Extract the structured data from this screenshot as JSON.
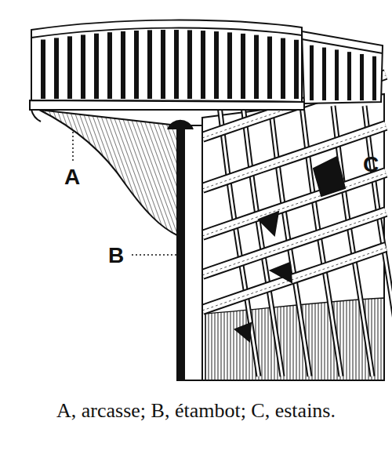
{
  "diagram": {
    "caption": "A, arcasse; B, étambot; C, estains.",
    "labels": [
      "A",
      "B",
      "C"
    ]
  }
}
